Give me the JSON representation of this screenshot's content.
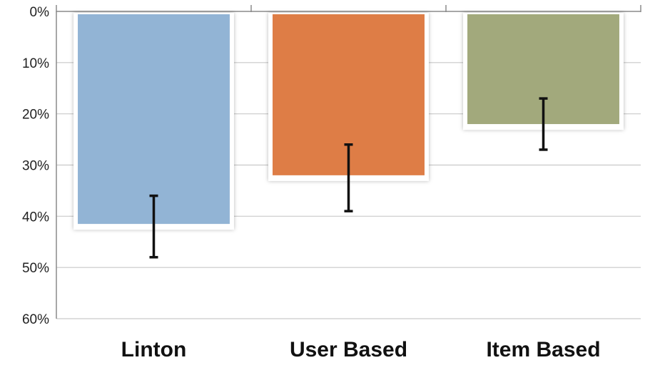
{
  "chart_data": {
    "type": "bar",
    "orientation": "inverted-y",
    "categories": [
      "Linton",
      "User Based",
      "Item Based"
    ],
    "values": [
      41.5,
      32,
      22
    ],
    "error_bars": [
      {
        "low": 36,
        "high": 48
      },
      {
        "low": 26,
        "high": 39
      },
      {
        "low": 17,
        "high": 27
      }
    ],
    "colors": [
      "#92b4d5",
      "#de7d46",
      "#a2a97c"
    ],
    "ylim": [
      0,
      60
    ],
    "yticks": [
      "0%",
      "10%",
      "20%",
      "30%",
      "40%",
      "50%",
      "60%"
    ],
    "grid": true,
    "legend": "none"
  }
}
